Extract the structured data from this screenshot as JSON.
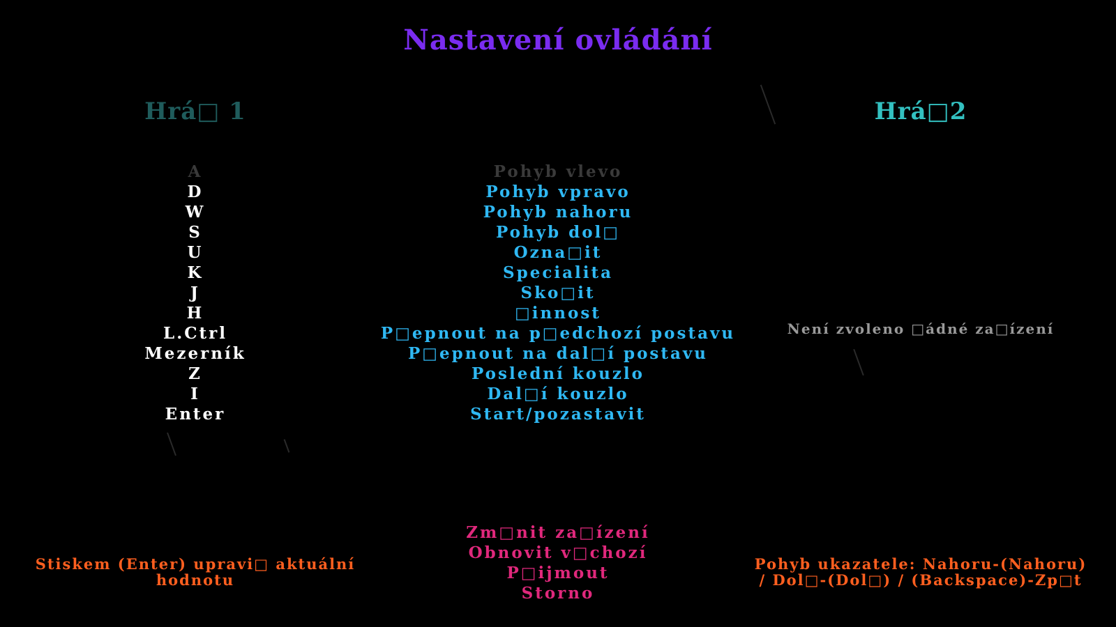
{
  "screen": {
    "title": "Nastavení ovládání"
  },
  "players": {
    "player1": "Hrá□ 1",
    "player2": "Hrá□2"
  },
  "bindings": [
    {
      "key": "A",
      "action": "Pohyb vlevo",
      "selected": true
    },
    {
      "key": "D",
      "action": "Pohyb vpravo"
    },
    {
      "key": "W",
      "action": "Pohyb nahoru"
    },
    {
      "key": "S",
      "action": "Pohyb dol□"
    },
    {
      "key": "U",
      "action": "Ozna□it"
    },
    {
      "key": "K",
      "action": "Specialita"
    },
    {
      "key": "J",
      "action": "Sko□it"
    },
    {
      "key": "H",
      "action": "□innost"
    },
    {
      "key": "L.Ctrl",
      "action": "P□epnout na p□edchozí postavu"
    },
    {
      "key": "Mezerník",
      "action": "P□epnout na dal□í postavu"
    },
    {
      "key": "Z",
      "action": "Poslední kouzlo"
    },
    {
      "key": "I",
      "action": "Dal□í kouzlo"
    },
    {
      "key": "Enter",
      "action": "Start/pozastavit"
    }
  ],
  "player2_status": "Není zvoleno □ádné za□ízení",
  "menu": {
    "change_device": "Zm□nit za□ízení",
    "restore_default": "Obnovit v□chozí",
    "unassign": "P□ijmout",
    "cancel": "Storno"
  },
  "hints": {
    "left_line1": "Stiskem (Enter) upravi□ aktuální",
    "left_line2": "hodnotu",
    "right_line1": "Pohyb ukazatele: Nahoru-(Nahoru)",
    "right_line2": "/ Dol□-(Dol□) / (Backspace)-Zp□t"
  },
  "colors": {
    "title": "#7a2cf0",
    "player1": "#1f5c5c",
    "player2": "#33c0c0",
    "key_text": "#ffffff",
    "action_text": "#2fb8f3",
    "menu_text": "#e0287c",
    "hint_text": "#ff5f1f"
  }
}
